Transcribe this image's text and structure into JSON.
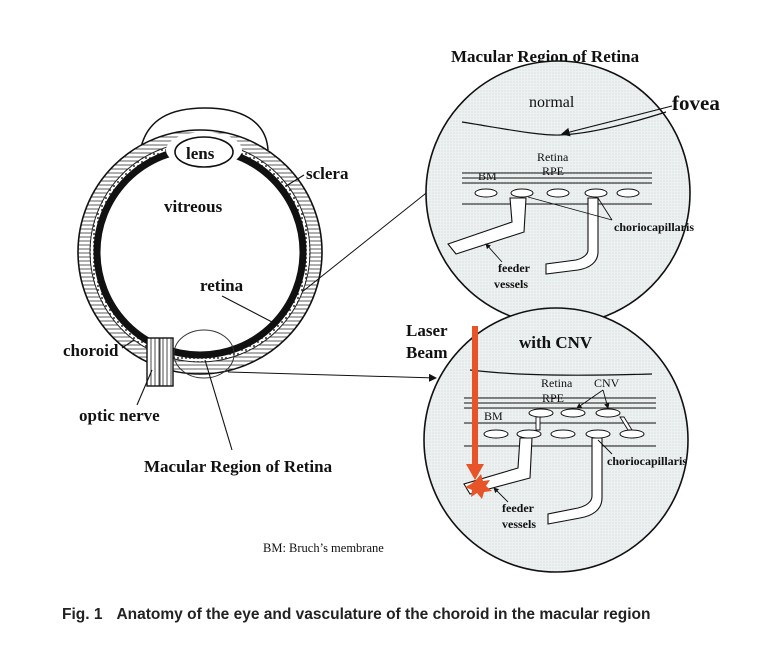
{
  "labels": {
    "lens": "lens",
    "sclera": "sclera",
    "vitreous": "vitreous",
    "retina": "retina",
    "choroid": "choroid",
    "optic_nerve": "optic nerve",
    "macular_region_bottom": "Macular Region of Retina",
    "macular_region_title": "Macular Region of Retina",
    "normal": "normal",
    "fovea": "fovea",
    "retina_small_top": "Retina",
    "rpe_top": "RPE",
    "bm_top": "BM",
    "choriocapillaris_top": "choriocapillaris",
    "feeder_top_1": "feeder",
    "feeder_top_2": "vessels",
    "laser_1": "Laser",
    "laser_2": "Beam",
    "with_cnv": "with CNV",
    "retina_small_bottom": "Retina",
    "cnv": "CNV",
    "rpe_bottom": "RPE",
    "bm_bottom": "BM",
    "choriocapillaris_bottom": "choriocapillaris",
    "feeder_bottom_1": "feeder",
    "feeder_bottom_2": "vessels",
    "bm_note": "BM: Bruch’s membrane"
  },
  "caption": {
    "number": "Fig. 1",
    "text": "Anatomy of the eye and vasculature of the choroid in the macular region"
  },
  "colors": {
    "laser": "#e8542a",
    "inset_fill": "#e9efef",
    "ink": "#111111"
  }
}
